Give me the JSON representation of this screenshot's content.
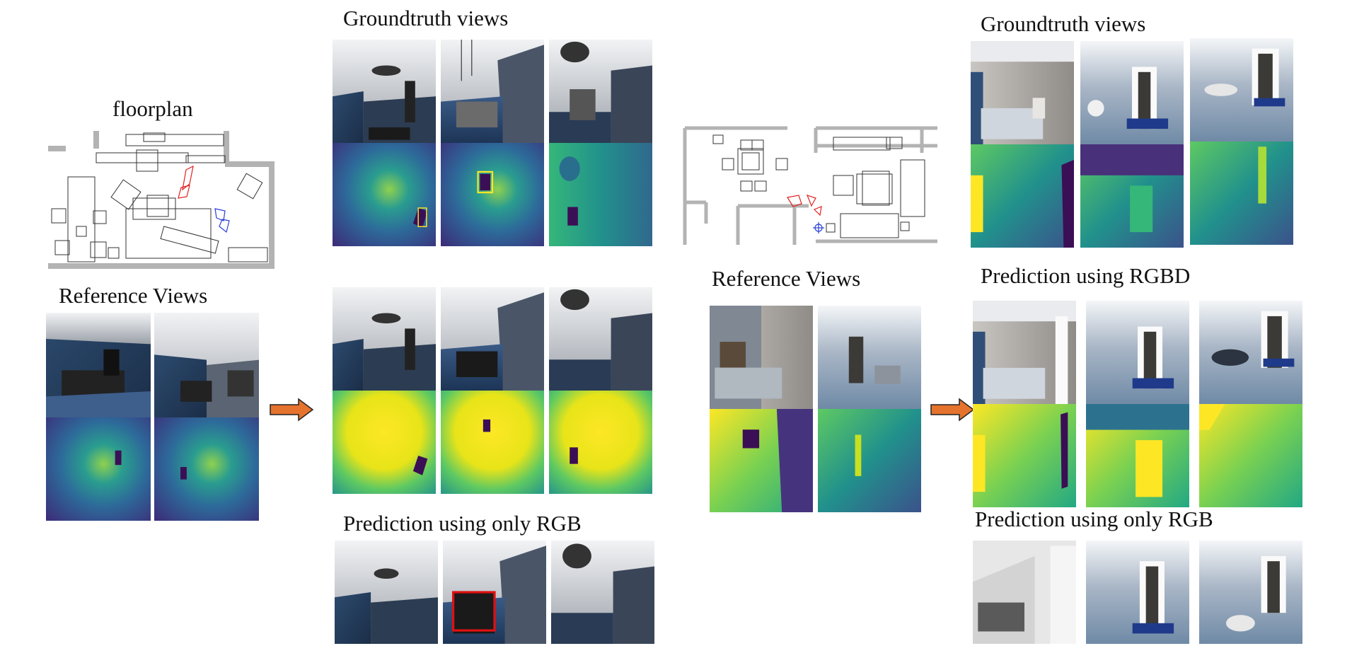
{
  "labels": {
    "floorplan_left": "floorplan",
    "groundtruth_left": "Groundtruth views",
    "reference_left": "Reference Views",
    "prediction_rgb_left": "Prediction using only RGB",
    "groundtruth_right": "Groundtruth views",
    "reference_right": "Reference Views",
    "prediction_rgbd_right": "Prediction using RGBD",
    "prediction_rgb_right": "Prediction using only RGB"
  },
  "colors": {
    "arrow": "#e5732e",
    "arrow_outline": "#222222",
    "highlight_box": "#e01010",
    "floorplan_wall": "#b3b3b3",
    "camera_red": "#e02020",
    "camera_blue": "#2a3fd8"
  }
}
